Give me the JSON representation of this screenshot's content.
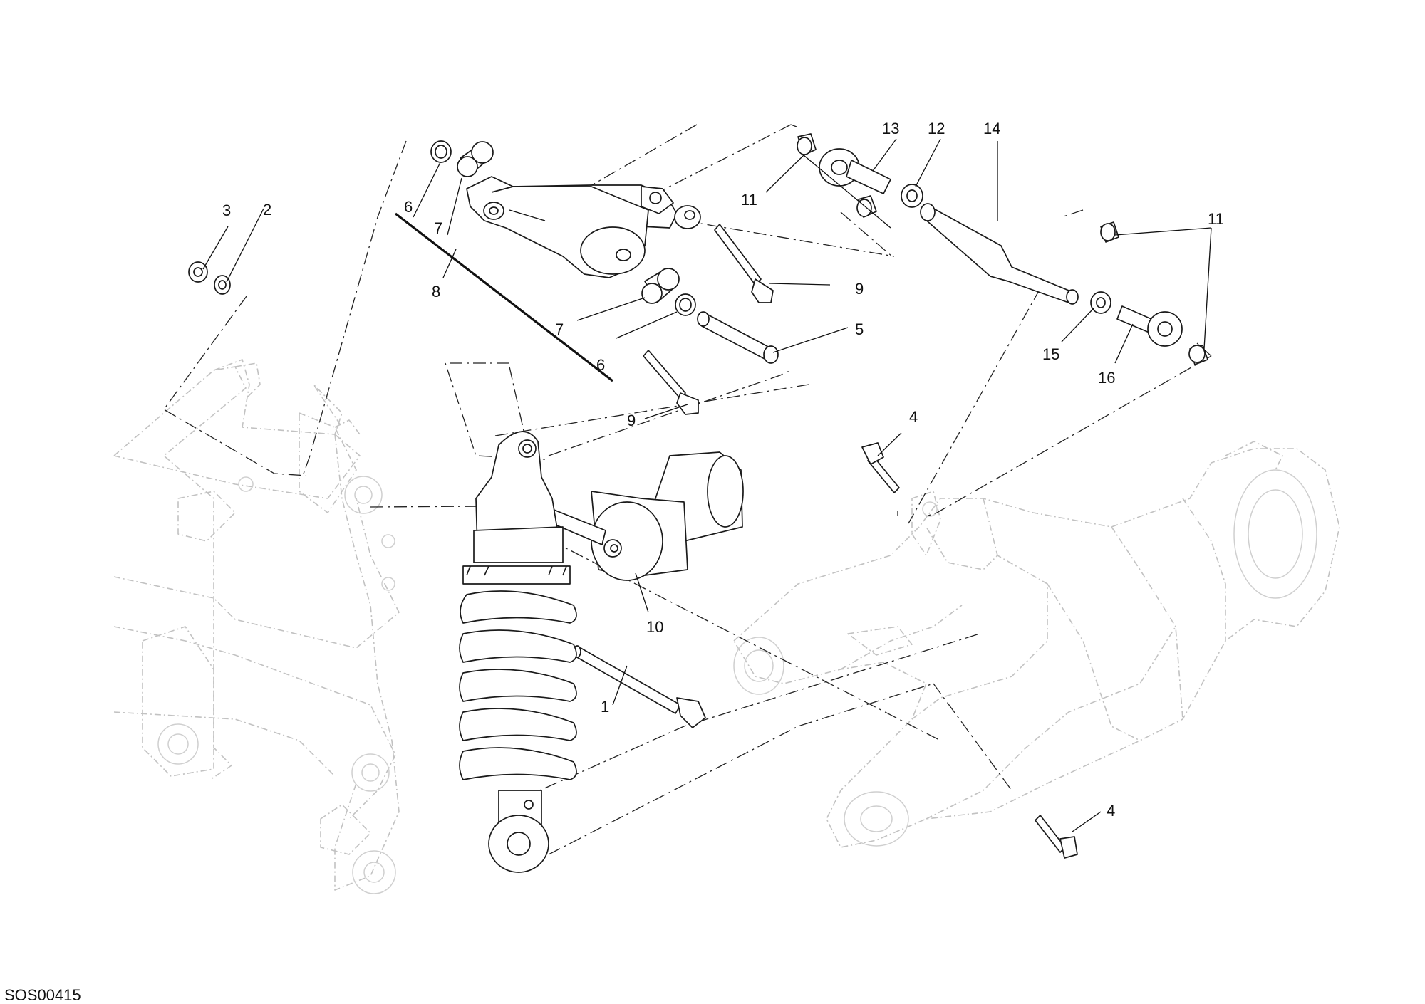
{
  "diagram": {
    "drawing_code": "SOS00415",
    "callouts": [
      "1",
      "2",
      "3",
      "4",
      "4",
      "5",
      "6",
      "6",
      "7",
      "7",
      "8",
      "9",
      "9",
      "10",
      "11",
      "11",
      "12",
      "13",
      "14",
      "15",
      "16"
    ]
  }
}
